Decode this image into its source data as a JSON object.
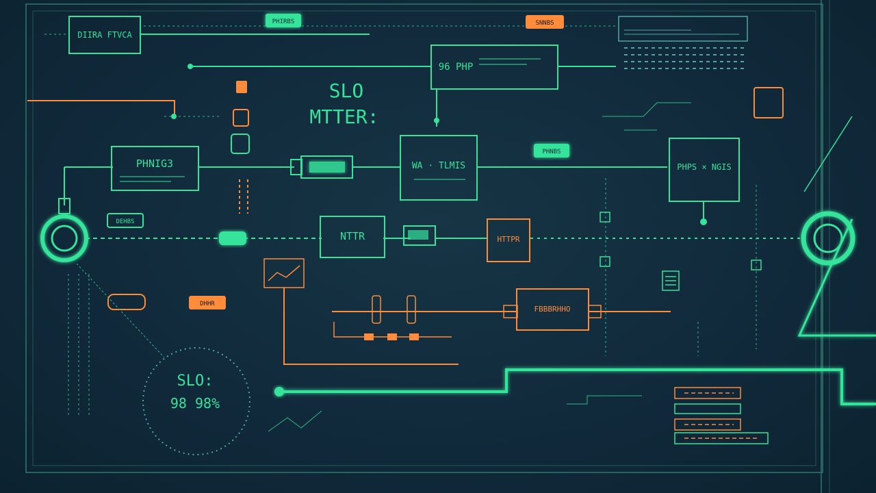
{
  "labels": {
    "top_left_box": "DIIRA FTVCA",
    "top_tag_green": "PHIRBS",
    "top_tag_orange": "SNNBS",
    "center_top_box": "96 PHP",
    "headline_line1": "SLO",
    "headline_line2": "MTTER:",
    "left_mid_box": "PHNIG3",
    "center_mid_box": "WA · TLMIS",
    "right_mid_tag": "PHNBS",
    "right_mid_box": "PHPS × NGIS",
    "left_tag": "DEHBS",
    "center_lower_box": "NTTR",
    "orange_box_small": "HTTPR",
    "orange_tag": "DHHR",
    "orange_box_large": "FBBBRHHO",
    "slo_circle_line1": "SLO:",
    "slo_circle_line2": "98 98%"
  },
  "colors": {
    "background": "#10293a",
    "accent_green": "#36e39a",
    "accent_orange": "#ff8c3a"
  }
}
